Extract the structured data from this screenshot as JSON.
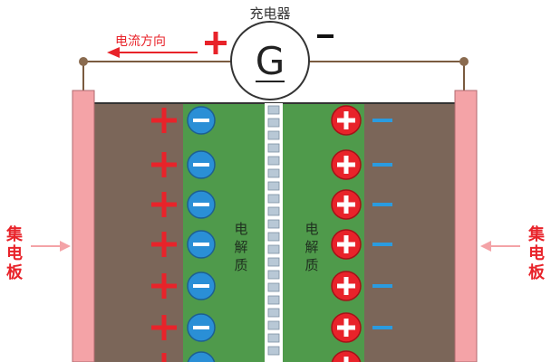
{
  "title": "充电器",
  "generator": {
    "symbol": "G"
  },
  "current_direction_label": "电流方向",
  "terminal_plus": "+",
  "terminal_minus": "−",
  "collector_label": [
    "集",
    "电",
    "板"
  ],
  "electrolyte_label": [
    "电",
    "解",
    "质"
  ],
  "ion_rows": 7,
  "separator_segments": 20,
  "colors": {
    "red": "#e8232a",
    "blue_ion": "#2a8fd6",
    "blue_dash": "#2a9be0",
    "electrode": "#7b6659",
    "electrolyte": "#4f9a4b",
    "collector": "#f4a3a7",
    "wire": "#7a5b3f"
  }
}
